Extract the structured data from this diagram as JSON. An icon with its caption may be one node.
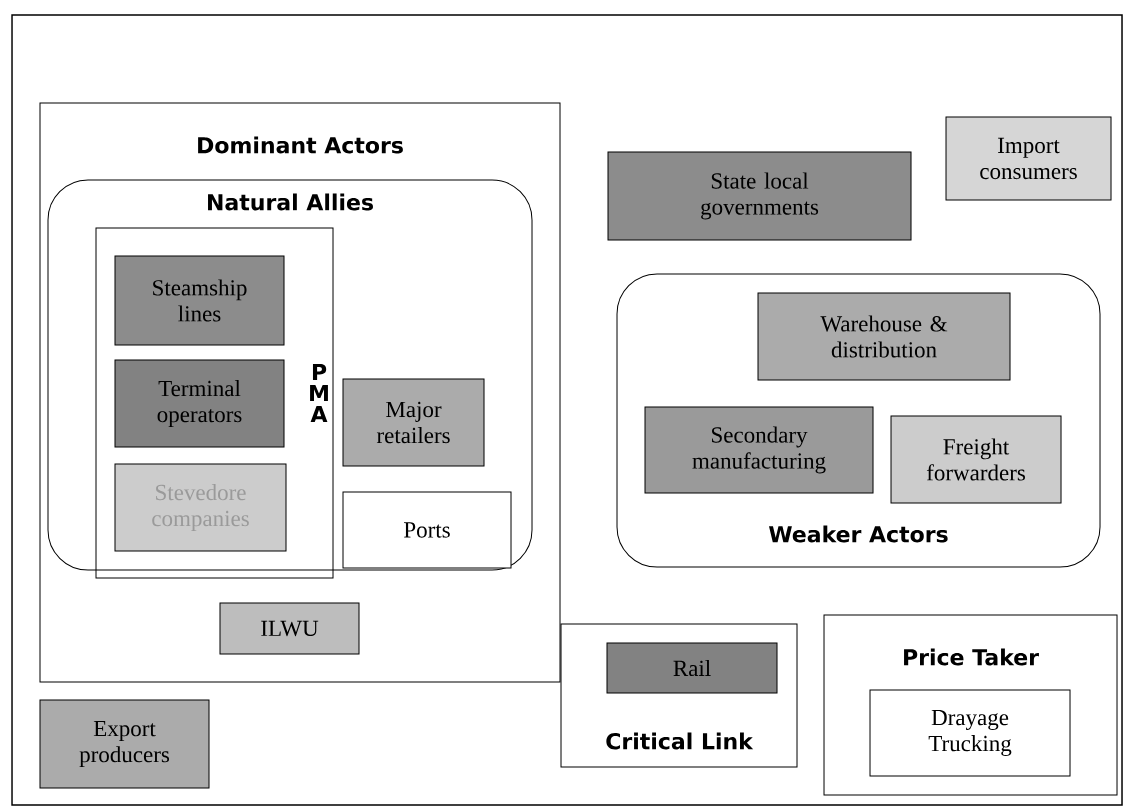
{
  "diagram": {
    "nodes": [
      {
        "text": [
          "Dominant Actors"
        ]
      },
      {
        "text": [
          "Natural Allies"
        ],
        "in": 0
      },
      {
        "text": [
          "PMA"
        ],
        "in": 1
      },
      {
        "text": [
          "Steamship lines"
        ],
        "in": 2
      },
      {
        "text": [
          "Terminal operators"
        ],
        "in": 2
      },
      {
        "text": [
          "Stevedore companies"
        ],
        "in": 2
      },
      {
        "text": [
          "Major retailers"
        ],
        "in": 1
      },
      {
        "text": [
          "Ports"
        ],
        "in": 1
      },
      {
        "text": [
          "ILWU"
        ],
        "in": 0
      },
      {
        "text": [
          "Export producers"
        ]
      },
      {
        "text": [
          "State local governments"
        ]
      },
      {
        "text": [
          "Import consumers"
        ]
      },
      {
        "text": [
          "Weaker Actors"
        ]
      },
      {
        "text": [
          "Warehouse & distribution"
        ],
        "in": 12
      },
      {
        "text": [
          "Secondary manufacturing"
        ],
        "in": 12
      },
      {
        "text": [
          "Freight forwarders"
        ],
        "in": 12
      },
      {
        "text": [
          "Critical Link"
        ]
      },
      {
        "text": [
          "Rail"
        ],
        "in": 16
      },
      {
        "text": [
          "Price Taker"
        ]
      },
      {
        "text": [
          "Drayage Trucking"
        ],
        "in": 18
      }
    ]
  }
}
